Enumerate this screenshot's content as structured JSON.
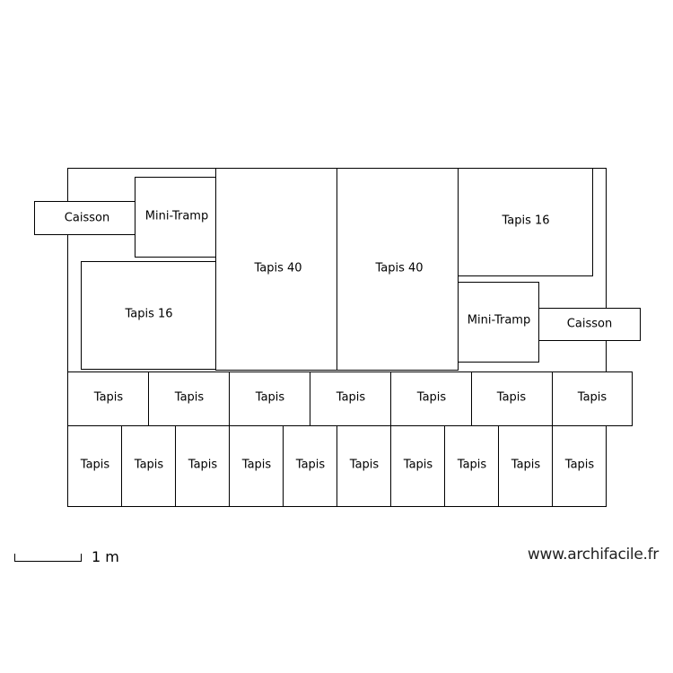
{
  "plan": {
    "caisson": "Caisson",
    "mini_tramp": "Mini-Tramp",
    "tapis_16": "Tapis 16",
    "tapis_40": "Tapis 40",
    "tapis": "Tapis"
  },
  "scale": {
    "label": "1 m"
  },
  "watermark": {
    "text": "www.archifacile.fr"
  },
  "colors": {
    "stroke": "#000000",
    "fill": "#ffffff"
  }
}
